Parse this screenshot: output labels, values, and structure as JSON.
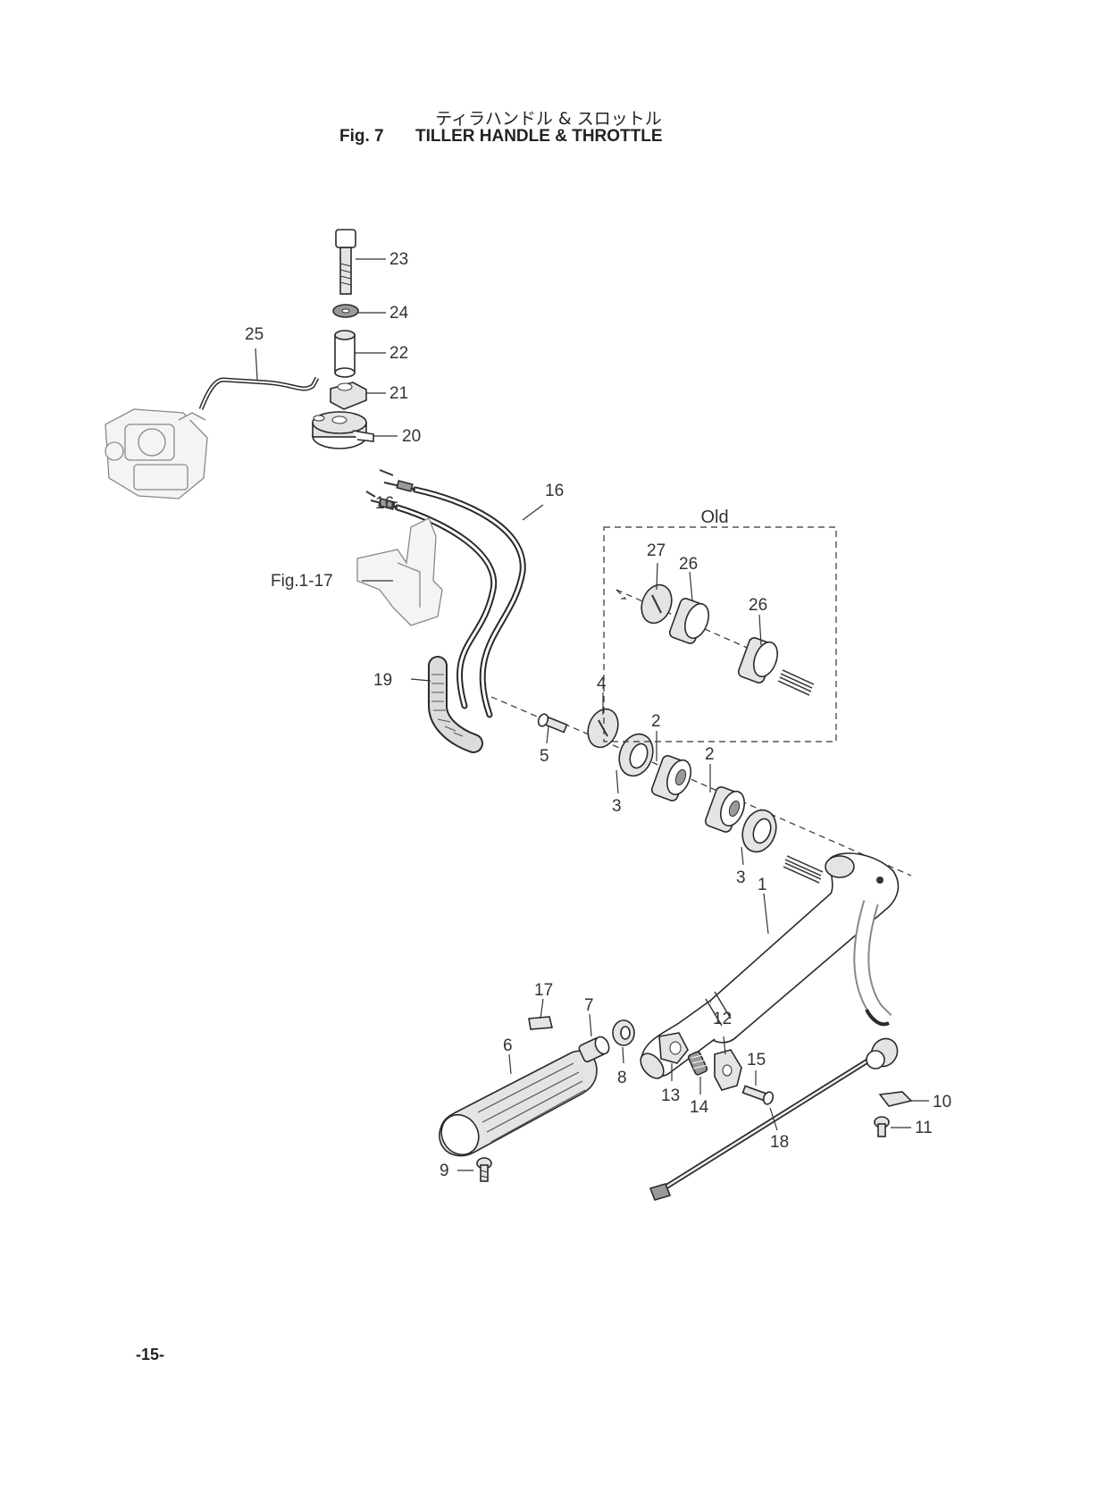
{
  "header": {
    "title_jp": "ティラハンドル & スロットル",
    "figure_no": "Fig. 7",
    "title_en": "TILLER HANDLE & THROTTLE"
  },
  "diagram": {
    "old_box_label": "Old",
    "reference": "Fig.1-17",
    "callouts": {
      "c23": "23",
      "c24": "24",
      "c25": "25",
      "c22": "22",
      "c21": "21",
      "c20": "20",
      "c16a": "16",
      "c16b": "16",
      "c27": "27",
      "c26a": "26",
      "c26b": "26",
      "c19": "19",
      "c4": "4",
      "c5": "5",
      "c2a": "2",
      "c2b": "2",
      "c3a": "3",
      "c3b": "3",
      "c1": "1",
      "c17": "17",
      "c7": "7",
      "c6": "6",
      "c8": "8",
      "c12": "12",
      "c13": "13",
      "c14": "14",
      "c15": "15",
      "c10": "10",
      "c11": "11",
      "c18": "18",
      "c9": "9"
    }
  },
  "footer": {
    "page_number": "-15-"
  }
}
